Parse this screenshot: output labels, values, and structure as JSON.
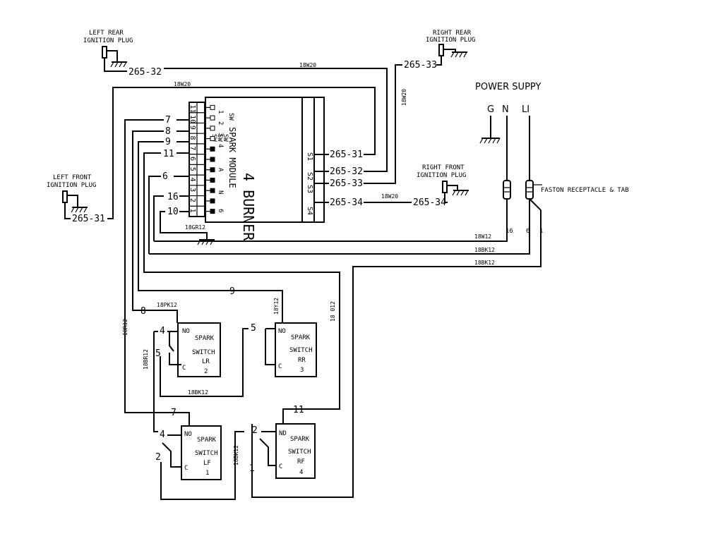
{
  "power_supply": {
    "title": "POWER SUPPY",
    "g": "G",
    "n": "N",
    "l1": "LI"
  },
  "faston_label": "FASTON RECEPTACLE & TAB",
  "plugs": {
    "left_rear": [
      "LEFT REAR",
      "IGNITION PLUG"
    ],
    "right_rear": [
      "RIGHT REAR",
      "IGNITION PLUG"
    ],
    "left_front": [
      "LEFT FRONT",
      "IGNITION PLUG"
    ],
    "right_front": [
      "RIGHT FRONT",
      "IGNITION PLUG"
    ]
  },
  "module": {
    "title": "4 BURNER",
    "subtitle": "SPARK MODULE",
    "sw_labels": [
      "SW",
      "SW",
      "SW",
      "SW"
    ],
    "pin_numbers": [
      "1",
      "2",
      "3",
      "4",
      "5",
      "6",
      "7",
      "8",
      "9",
      "10",
      "11"
    ],
    "pin_markers": [
      "1",
      "2",
      "3",
      "4",
      "A",
      "N",
      "6"
    ],
    "outputs": [
      "S1",
      "S2",
      "S3",
      "S4"
    ]
  },
  "wire_ids": {
    "lr": "265-32",
    "rr": "265-33",
    "lf": "265-31",
    "rf": "265-34",
    "out1": "265-31",
    "out2": "265-32",
    "out3": "265-33",
    "out4": "265-34"
  },
  "wire_gauges": {
    "top1": "18W20",
    "top2": "18W20",
    "vert": "18W20",
    "rf": "18W20",
    "ground": "18GR12",
    "n16": "18W12",
    "l6": "18BK12",
    "l1": "18BK12",
    "sw8": "18PK12",
    "sw9": "18Y12",
    "sw11": "18 012",
    "lr_rr": "18BK12",
    "left_vert": "18BR12",
    "left_vert2": "18R12",
    "mid_vert": "18BK12"
  },
  "terminal_numbers": [
    "7",
    "8",
    "9",
    "11",
    "6",
    "16",
    "10"
  ],
  "faston_pins": [
    "16",
    "6",
    "1"
  ],
  "switches": [
    {
      "label": [
        "SPARK",
        "SWITCH",
        "LR",
        "2"
      ],
      "no": "NO",
      "c": "C"
    },
    {
      "label": [
        "SPARK",
        "SWITCH",
        "RR",
        "3"
      ],
      "no": "NO",
      "c": "C"
    },
    {
      "label": [
        "SPARK",
        "SWITCH",
        "LF",
        "1"
      ],
      "no": "NO",
      "c": "C"
    },
    {
      "label": [
        "SPARK",
        "SWITCH",
        "RF",
        "4"
      ],
      "no": "ND",
      "c": "C"
    }
  ],
  "switch_wire_numbers": {
    "sw8": "8",
    "sw9": "9",
    "lr_no": "4",
    "lr_c": "5",
    "rr_no": "5",
    "sw7": "7",
    "sw11": "11",
    "lf_no": "4",
    "lf_c": "2",
    "rf_no": "2",
    "rf_c": "1"
  }
}
